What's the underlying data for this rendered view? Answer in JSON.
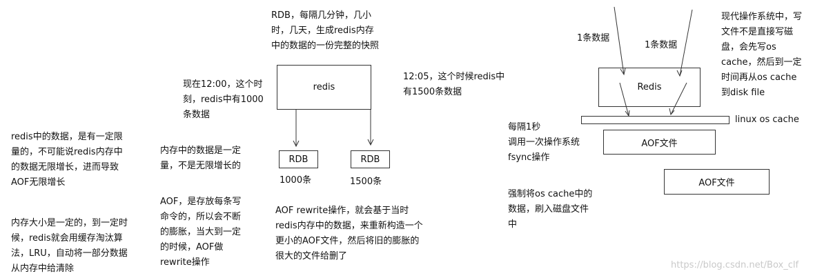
{
  "left": {
    "note1": "redis中的数据，是有一定限\n量的，不可能说redis内存中\n的数据无限增长，进而导致\nAOF无限增长",
    "note2": "内存大小是一定的，到一定时\n候，redis就会用缓存淘汰算\n法，LRU，自动将一部分数据\n从内存中给清除"
  },
  "middle": {
    "time1200": "现在12:00，这个时\n刻，redis中有1000\n条数据",
    "memory_note": "内存中的数据是一定\n量，不是无限增长的",
    "aof_note": "AOF，是存放每条写\n命令的，所以会不断\n的膨胀，当大到一定\n的时候，AOF做\nrewrite操作",
    "rdb_top": "RDB，每隔几分钟，几小\n时，几天，生成redis内存\n中的数据的一份完整的快照",
    "redis_box": "redis",
    "time1205": "12:05，这个时候redis中\n有1500条数据",
    "rdb1": "RDB",
    "rdb1_count": "1000条",
    "rdb2": "RDB",
    "rdb2_count": "1500条",
    "rewrite_note": "AOF rewrite操作，就会基于当时\nredis内存中的数据，来重新构造一个\n更小的AOF文件，然后将旧的膨胀的\n很大的文件给删了"
  },
  "right": {
    "data1": "1条数据",
    "data2": "1条数据",
    "redis_box": "Redis",
    "os_note": "现代操作系统中，写\n文件不是直接写磁\n盘，会先写os\ncache，然后到一定\n时间再从os cache\n到disk file",
    "os_cache": "linux os cache",
    "aof1": "AOF文件",
    "aof2": "AOF文件",
    "fsync_note": "每隔1秒\n调用一次操作系统\nfsync操作",
    "force_note": "强制将os cache中的\n数据，刷入磁盘文件\n中"
  },
  "watermark": "https://blog.csdn.net/Box_clf"
}
